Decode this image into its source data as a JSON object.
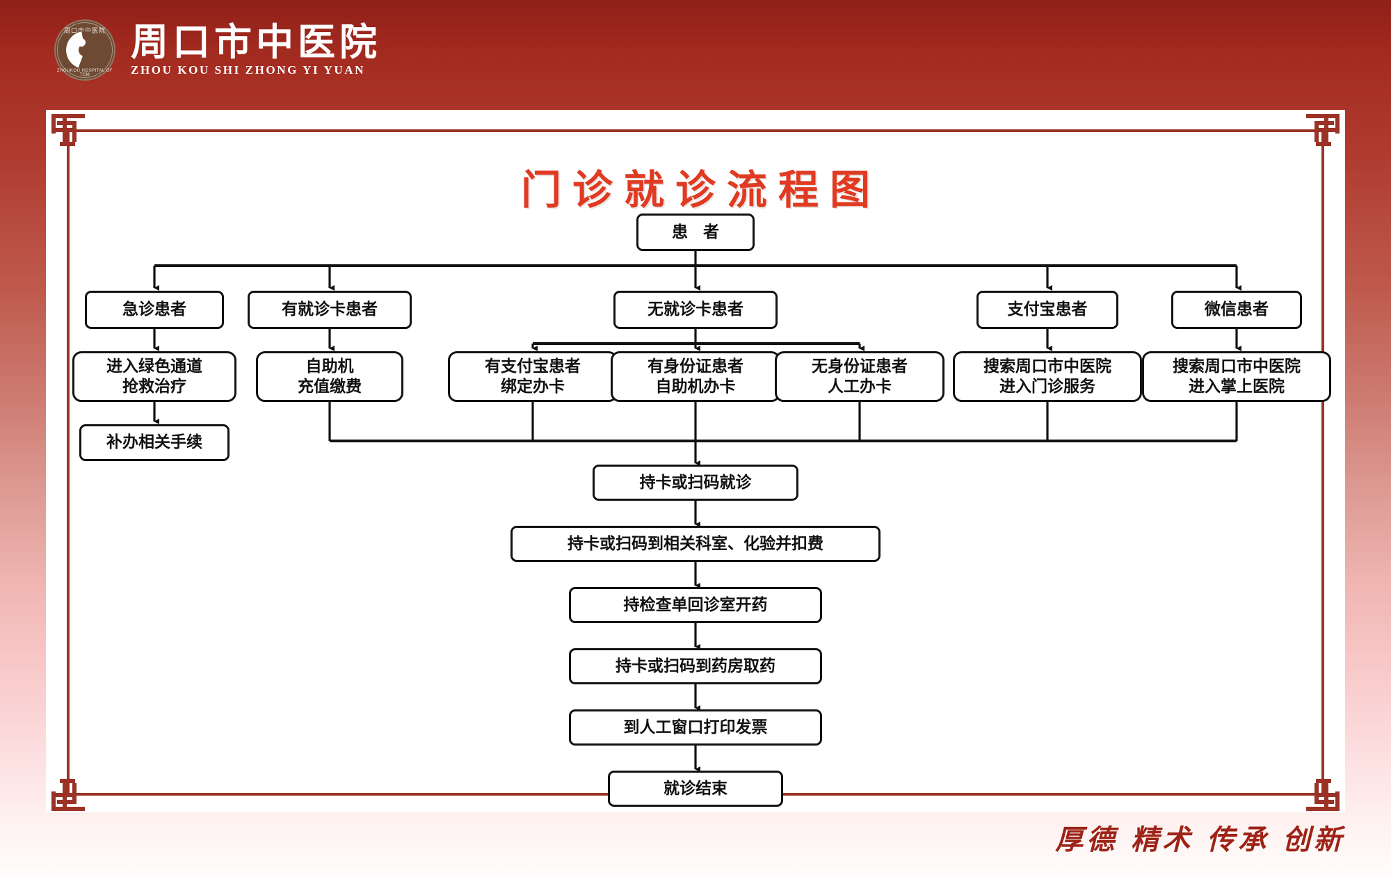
{
  "header": {
    "logo": {
      "seal_top_text": "周口市中医院",
      "seal_bottom_text": "ZHOUKOU HOSPITAL OF TCM"
    },
    "hospital_name_cn": "周口市中医院",
    "hospital_name_en": "ZHOU KOU SHI ZHONG YI YUAN"
  },
  "board": {
    "title": "门诊就诊流程图",
    "accent_color": "#e03b22",
    "frame_color": "#9c3226"
  },
  "flow": {
    "root": "患 者",
    "level2": [
      "急诊患者",
      "有就诊卡患者",
      "无就诊卡患者",
      "支付宝患者",
      "微信患者"
    ],
    "level3": [
      {
        "line1": "进入绿色通道",
        "line2": "抢救治疗"
      },
      {
        "line1": "自助机",
        "line2": "充值缴费"
      },
      {
        "line1": "有支付宝患者",
        "line2": "绑定办卡"
      },
      {
        "line1": "有身份证患者",
        "line2": "自助机办卡"
      },
      {
        "line1": "无身份证患者",
        "line2": "人工办卡"
      },
      {
        "line1": "搜索周口市中医院",
        "line2": "进入门诊服务"
      },
      {
        "line1": "搜索周口市中医院",
        "line2": "进入掌上医院"
      }
    ],
    "emergency_extra": "补办相关手续",
    "trunk": [
      "持卡或扫码就诊",
      "持卡或扫码到相关科室、化验并扣费",
      "持检查单回诊室开药",
      "持卡或扫码到药房取药",
      "到人工窗口打印发票",
      "就诊结束"
    ]
  },
  "slogan": "厚德 精术  传承 创新"
}
